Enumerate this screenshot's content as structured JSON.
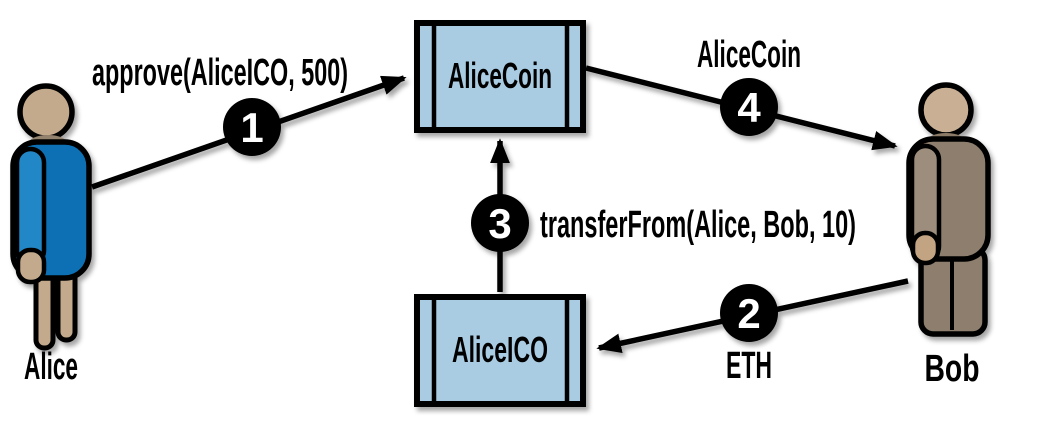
{
  "diagram": {
    "background": "#ffffff",
    "actors": [
      {
        "name": "Alice"
      },
      {
        "name": "Bob"
      }
    ],
    "contracts": [
      {
        "name": "AliceCoin"
      },
      {
        "name": "AliceICO"
      }
    ],
    "steps": [
      {
        "number": "1",
        "label": "approve(AliceICO, 500)",
        "from": "Alice",
        "to": "AliceCoin"
      },
      {
        "number": "2",
        "label": "ETH",
        "from": "Bob",
        "to": "AliceICO"
      },
      {
        "number": "3",
        "label": "transferFrom(Alice, Bob, 10)",
        "from": "AliceICO",
        "to": "AliceCoin"
      },
      {
        "number": "4",
        "label": "AliceCoin",
        "from": "AliceCoin",
        "to": "Bob"
      }
    ],
    "colors": {
      "contract_fill": "#a9cce3",
      "outline": "#000000",
      "arrow": "#000000",
      "badge_fill": "#000000",
      "badge_number": "#ffffff",
      "label_text": "#000000",
      "alice_dress": "#0d70b5",
      "alice_arm": "#2387c6",
      "alice_skin": "#c3aa8c",
      "bob_suit": "#8d7e6e",
      "bob_arm": "#9c8d7b",
      "bob_skin": "#c9af93"
    }
  }
}
